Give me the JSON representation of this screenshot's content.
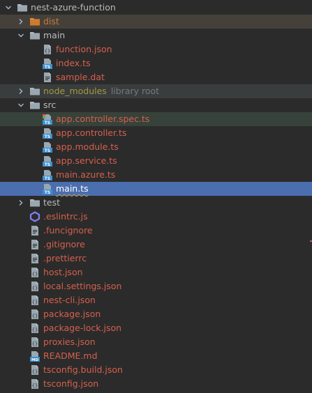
{
  "tree": {
    "rows": [
      {
        "kind": "folder",
        "open": true,
        "depth": 0,
        "label": "nest-azure-function",
        "color": "plain",
        "icon": "folder-icon"
      },
      {
        "kind": "folder",
        "open": false,
        "depth": 1,
        "label": "dist",
        "color": "orange",
        "icon": "excluded-folder-icon",
        "highlight": "brown"
      },
      {
        "kind": "folder",
        "open": true,
        "depth": 1,
        "label": "main",
        "color": "plain",
        "icon": "folder-icon"
      },
      {
        "kind": "file",
        "depth": 2,
        "label": "function.json",
        "color": "red",
        "icon": "json-file-icon"
      },
      {
        "kind": "file",
        "depth": 2,
        "label": "index.ts",
        "color": "red",
        "icon": "typescript-file-icon"
      },
      {
        "kind": "file",
        "depth": 2,
        "label": "sample.dat",
        "color": "red",
        "icon": "text-file-icon"
      },
      {
        "kind": "folder",
        "open": false,
        "depth": 1,
        "label": "node_modules",
        "hint": "library root",
        "color": "olive",
        "icon": "folder-icon",
        "highlight": "gray"
      },
      {
        "kind": "folder",
        "open": true,
        "depth": 1,
        "label": "src",
        "color": "plain",
        "icon": "folder-icon"
      },
      {
        "kind": "file",
        "depth": 2,
        "label": "app.controller.spec.ts",
        "color": "red",
        "icon": "typescript-test-file-icon",
        "highlight": "green"
      },
      {
        "kind": "file",
        "depth": 2,
        "label": "app.controller.ts",
        "color": "red",
        "icon": "typescript-file-icon"
      },
      {
        "kind": "file",
        "depth": 2,
        "label": "app.module.ts",
        "color": "red",
        "icon": "typescript-file-icon"
      },
      {
        "kind": "file",
        "depth": 2,
        "label": "app.service.ts",
        "color": "red",
        "icon": "typescript-file-icon"
      },
      {
        "kind": "file",
        "depth": 2,
        "label": "main.azure.ts",
        "color": "red",
        "icon": "typescript-file-icon"
      },
      {
        "kind": "file",
        "depth": 2,
        "label": "main.ts",
        "color": "white",
        "icon": "typescript-file-icon",
        "selected": true,
        "squiggle": true
      },
      {
        "kind": "folder",
        "open": false,
        "depth": 1,
        "label": "test",
        "color": "plain",
        "icon": "folder-icon"
      },
      {
        "kind": "file",
        "depth": 1,
        "label": ".eslintrc.js",
        "color": "red",
        "icon": "eslint-icon"
      },
      {
        "kind": "file",
        "depth": 1,
        "label": ".funcignore",
        "color": "red",
        "icon": "text-file-icon"
      },
      {
        "kind": "file",
        "depth": 1,
        "label": ".gitignore",
        "color": "red",
        "icon": "text-file-icon"
      },
      {
        "kind": "file",
        "depth": 1,
        "label": ".prettierrc",
        "color": "red",
        "icon": "text-file-icon"
      },
      {
        "kind": "file",
        "depth": 1,
        "label": "host.json",
        "color": "red",
        "icon": "json-file-icon"
      },
      {
        "kind": "file",
        "depth": 1,
        "label": "local.settings.json",
        "color": "red",
        "icon": "json-file-icon"
      },
      {
        "kind": "file",
        "depth": 1,
        "label": "nest-cli.json",
        "color": "red",
        "icon": "json-file-icon"
      },
      {
        "kind": "file",
        "depth": 1,
        "label": "package.json",
        "color": "red",
        "icon": "json-file-icon"
      },
      {
        "kind": "file",
        "depth": 1,
        "label": "package-lock.json",
        "color": "red",
        "icon": "json-file-icon"
      },
      {
        "kind": "file",
        "depth": 1,
        "label": "proxies.json",
        "color": "red",
        "icon": "json-file-icon"
      },
      {
        "kind": "file",
        "depth": 1,
        "label": "README.md",
        "color": "red",
        "icon": "markdown-file-icon"
      },
      {
        "kind": "file",
        "depth": 1,
        "label": "tsconfig.build.json",
        "color": "red",
        "icon": "json-file-icon"
      },
      {
        "kind": "file",
        "depth": 1,
        "label": "tsconfig.json",
        "color": "red",
        "icon": "json-file-icon"
      }
    ]
  },
  "colors": {
    "background": "#2b2b2b",
    "selection": "#4b6eaf",
    "modified_file": "#d6604d",
    "excluded_folder": "#c9793a",
    "library_folder": "#a39a3c",
    "hint": "#777a7c"
  }
}
